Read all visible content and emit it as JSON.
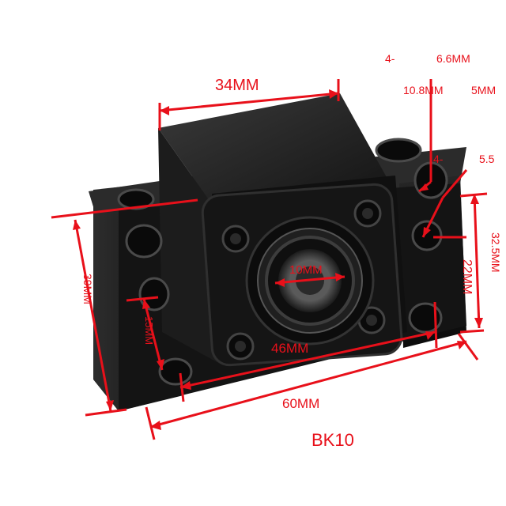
{
  "product": {
    "model": "BK10",
    "accent_color": "#e8101a",
    "body_color": "#151515"
  },
  "dimensions": {
    "top_width": "34MM",
    "hole_spec_1": "4-",
    "hole_spec_1_size": "6.6MM",
    "counterbore": "10.8MM",
    "counterbore_depth": "5MM",
    "hole_spec_2": "4-",
    "hole_spec_2_size": "5.5",
    "right_height": "32.5MM",
    "center_height": "22MM",
    "bore": "10MM",
    "hole_pitch": "46MM",
    "total_width": "60MM",
    "total_height": "39MM",
    "left_height": "15MM"
  }
}
